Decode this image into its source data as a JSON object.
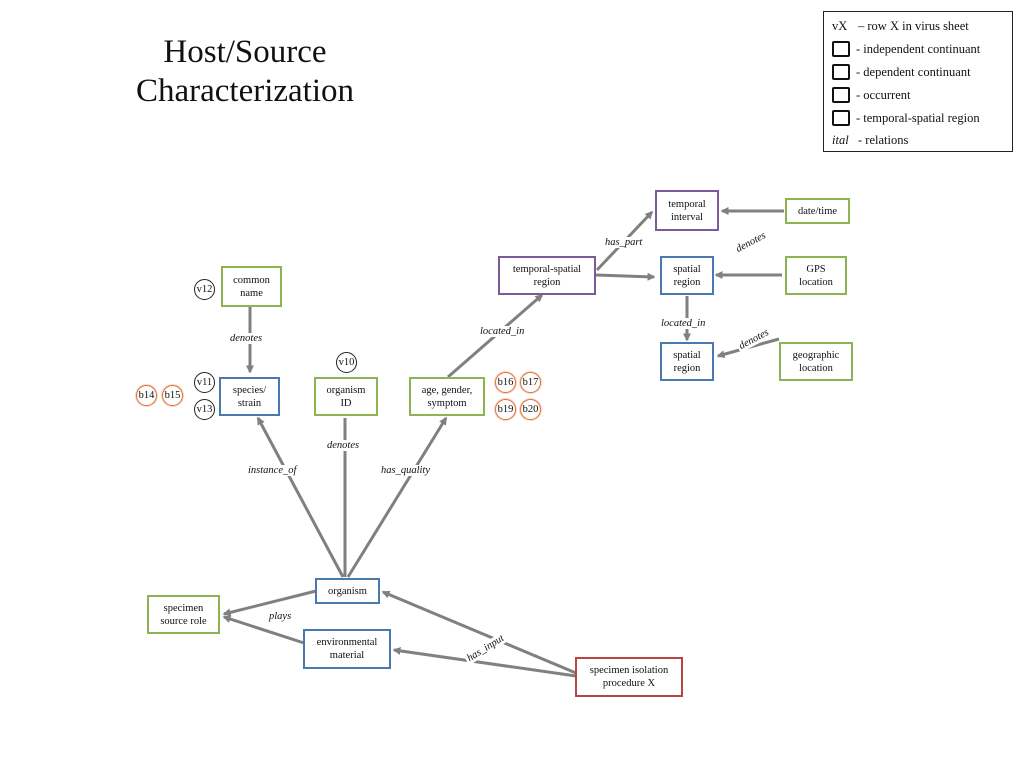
{
  "title": {
    "line1": "Host/Source",
    "line2": "Characterization"
  },
  "legend": {
    "row_key": "vX",
    "row_text": "– row X in virus sheet",
    "independent": "- independent continuant",
    "dependent": "- dependent continuant",
    "occurrent": "- occurrent",
    "tsr": "- temporal-spatial region",
    "ital_key": "ital",
    "relations": "- relations",
    "colors": {
      "independent": "#4a78b0",
      "dependent": "#8db451",
      "occurrent": "#b84444",
      "tsr": "#7a5a9a"
    }
  },
  "nodes": {
    "common_name": "common\nname",
    "species_strain": "species/\nstrain",
    "organism_id": "organism\nID",
    "age_gender_symptom": "age, gender,\nsymptom",
    "temporal_spatial_region": "temporal-spatial\nregion",
    "temporal_interval": "temporal\ninterval",
    "date_time": "date/time",
    "spatial_region_1": "spatial\nregion",
    "gps_location": "GPS\nlocation",
    "spatial_region_2": "spatial\nregion",
    "geographic_location": "geographic\nlocation",
    "organism": "organism",
    "specimen_source_role": "specimen\nsource role",
    "environmental_material": "environmental\nmaterial",
    "specimen_isolation": "specimen isolation\nprocedure X"
  },
  "badges": {
    "v12": "v12",
    "v11": "v11",
    "v13": "v13",
    "v10": "v10",
    "b14": "b14",
    "b15": "b15",
    "b16": "b16",
    "b17": "b17",
    "b19": "b19",
    "b20": "b20"
  },
  "relations": {
    "denotes_common": "denotes",
    "denotes_orgid": "denotes",
    "instance_of": "instance_of",
    "has_quality": "has_quality",
    "located_in_1": "located_in",
    "has_part": "has_part",
    "denotes_date": "denotes",
    "located_in_2": "located_in",
    "denotes_geo": "denotes",
    "plays": "plays",
    "has_input": "has_input"
  }
}
